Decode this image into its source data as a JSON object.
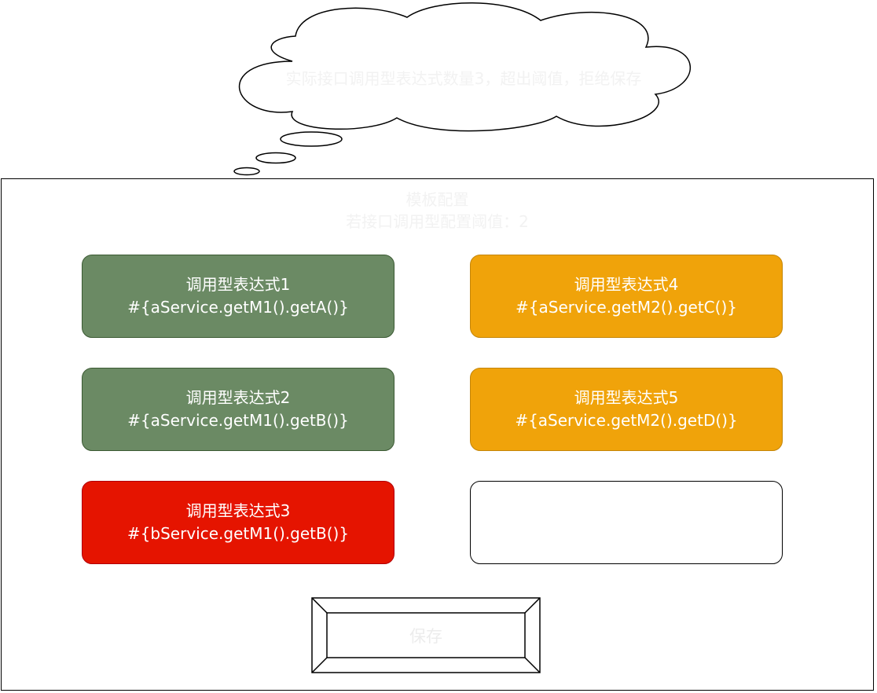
{
  "cloud": {
    "text": "实际接口调用型表达式数量3，超出阈值，拒绝保存"
  },
  "frame": {
    "title_line1": "模板配置",
    "title_line2": "若接口调用型配置阈值：2"
  },
  "expressions": [
    {
      "name": "调用型表达式1",
      "code": "#{aService.getM1().getA()}",
      "status": "green"
    },
    {
      "name": "调用型表达式2",
      "code": "#{aService.getM1().getB()}",
      "status": "green"
    },
    {
      "name": "调用型表达式3",
      "code": "#{bService.getM1().getB()}",
      "status": "red"
    },
    {
      "name": "调用型表达式4",
      "code": "#{aService.getM2().getC()}",
      "status": "orange"
    },
    {
      "name": "调用型表达式5",
      "code": "#{aService.getM2().getD()}",
      "status": "orange"
    }
  ],
  "save_button": {
    "label": "保存"
  },
  "colors": {
    "green": "#6b8a64",
    "orange": "#f0a30a",
    "red": "#e51400",
    "faint_text": "#f2f2f2"
  }
}
